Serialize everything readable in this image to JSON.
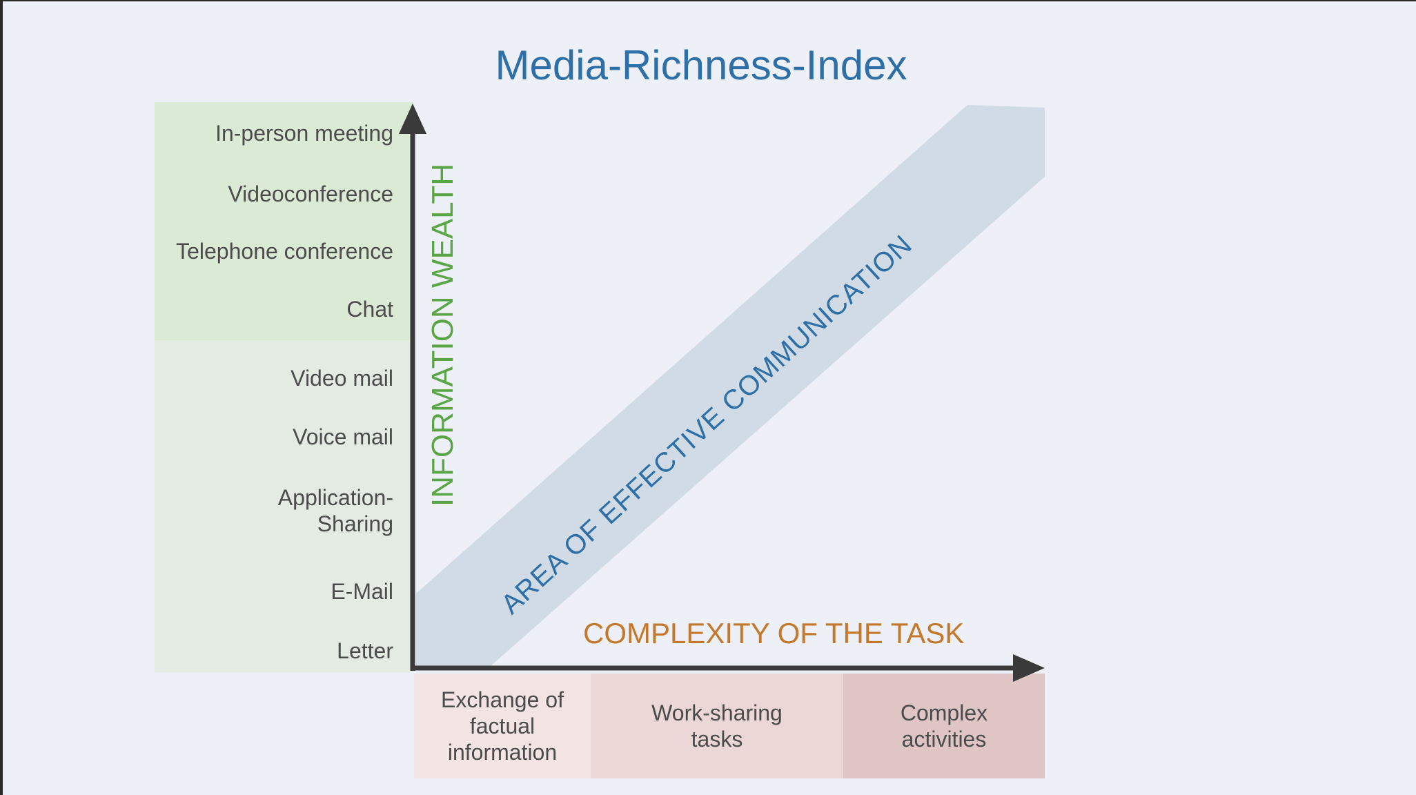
{
  "title": "Media-Richness-Index",
  "y_axis": {
    "title": "INFORMATION WEALTH",
    "color": "#5aa646",
    "media": [
      "In-person meeting",
      "Videoconference",
      "Telephone conference",
      "Chat",
      "Video mail",
      "Voice mail",
      "Application-\nSharing",
      "E-Mail",
      "Letter"
    ]
  },
  "x_axis": {
    "title": "COMPLEXITY OF THE TASK",
    "color": "#c4782c",
    "tasks": [
      "Exchange of\nfactual\ninformation",
      "Work-sharing\ntasks",
      "Complex\nactivities"
    ]
  },
  "band": {
    "label": "AREA OF EFFECTIVE COMMUNICATION",
    "color": "#d0dbe5"
  }
}
